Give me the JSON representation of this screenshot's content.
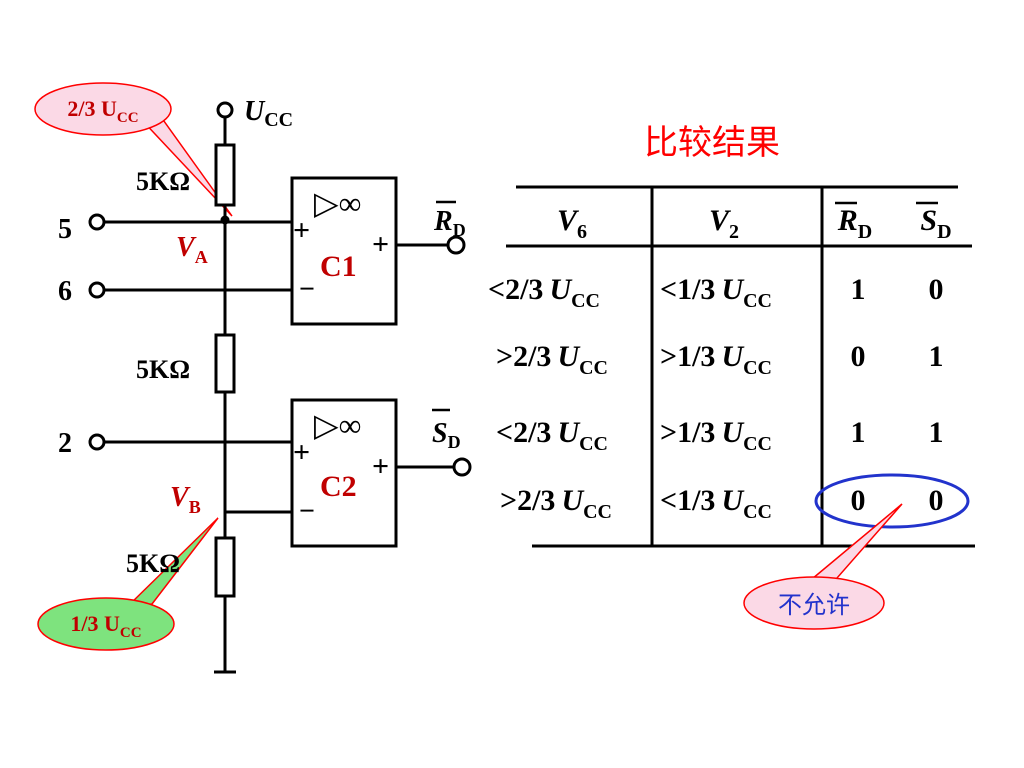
{
  "colors": {
    "wire": "#000000",
    "red": "#ff0000",
    "pink_fill": "#fbd9e6",
    "green_fill": "#7ee37e",
    "dark_label": "#c00000",
    "blue": "#2233cc"
  },
  "circuit": {
    "supply": {
      "main": "U",
      "sub": "CC"
    },
    "callout_top": {
      "main": "2/3 U",
      "sub": "CC"
    },
    "callout_bottom": {
      "main": "1/3 U",
      "sub": "CC"
    },
    "resistor_label": "5KΩ",
    "pins": {
      "p5": "5",
      "p6": "6",
      "p2": "2"
    },
    "node_a": {
      "main": "V",
      "sub": "A"
    },
    "node_b": {
      "main": "V",
      "sub": "B"
    },
    "comparators": [
      {
        "name": "C1",
        "amp_symbol": "▷∞",
        "in_plus": "+",
        "in_minus": "−",
        "out_plus": "+"
      },
      {
        "name": "C2",
        "amp_symbol": "▷∞",
        "in_plus": "+",
        "in_minus": "−",
        "out_plus": "+"
      }
    ],
    "out_rd": {
      "main": "R",
      "sub": "D"
    },
    "out_sd": {
      "main": "S",
      "sub": "D"
    }
  },
  "table": {
    "title": "比较结果",
    "headers": [
      {
        "main": "V",
        "sub": "6",
        "overline": false
      },
      {
        "main": "V",
        "sub": "2",
        "overline": false
      },
      {
        "main": "R",
        "sub": "D",
        "overline": true
      },
      {
        "main": "S",
        "sub": "D",
        "overline": true
      }
    ],
    "rows": [
      {
        "v6": "<2/3",
        "v2": "<1/3",
        "rd": "1",
        "sd": "0"
      },
      {
        "v6": ">2/3",
        "v2": ">1/3",
        "rd": "0",
        "sd": "1"
      },
      {
        "v6": "<2/3",
        "v2": ">1/3",
        "rd": "1",
        "sd": "1"
      },
      {
        "v6": ">2/3",
        "v2": "<1/3",
        "rd": "0",
        "sd": "0"
      }
    ],
    "unit_main": "U",
    "unit_sub": "CC",
    "note": "不允许"
  }
}
